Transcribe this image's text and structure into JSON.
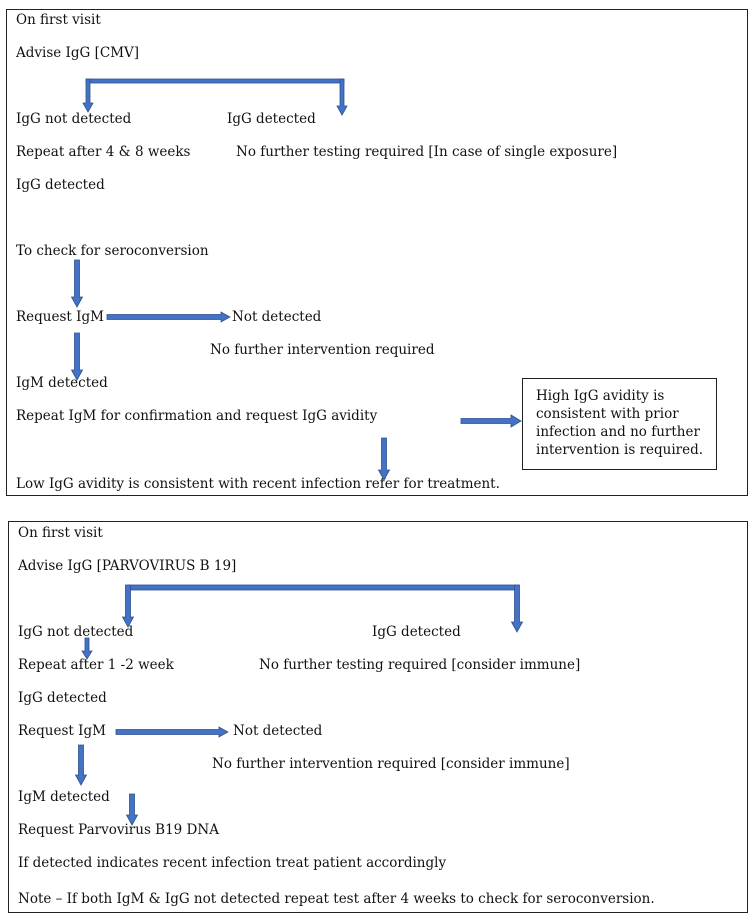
{
  "cmv_panel": {
    "first_visit": "On first visit",
    "advise": "Advise IgG [CMV]",
    "igg_not_detected": "IgG not detected",
    "igg_detected_right": "IgG detected",
    "repeat": "Repeat after 4 & 8 weeks",
    "no_further_testing": "No further testing required [In case of single exposure]",
    "igg_detected": "IgG detected",
    "seroconversion": "To check for seroconversion",
    "request_igm": "Request IgM",
    "not_detected": "Not detected",
    "no_intervention": "No further intervention required",
    "igm_detected": "IgM detected",
    "repeat_igm": "Repeat IgM for confirmation and request IgG avidity",
    "high_avidity_lines": [
      "High IgG avidity is",
      "consistent with prior",
      "infection and no further",
      "intervention is required."
    ],
    "low_avidity": "Low IgG avidity is consistent with recent infection refer for treatment."
  },
  "parvo_panel": {
    "first_visit": "On first visit",
    "advise": "Advise IgG [PARVOVIRUS B 19]",
    "igg_not_detected": "IgG not detected",
    "igg_detected_right": "IgG detected",
    "repeat": "Repeat after 1 -2 week",
    "no_further_testing": "No further testing required [consider immune]",
    "igg_detected": "IgG detected",
    "request_igm": "Request IgM",
    "not_detected": "Not detected",
    "no_intervention": "No further intervention required [consider immune]",
    "igm_detected": "IgM detected",
    "request_dna": "Request Parvovirus B19 DNA",
    "if_detected": "If detected indicates recent infection treat patient accordingly",
    "note": "Note – If both IgM & IgG not detected repeat test after 4 weeks to check for seroconversion."
  },
  "colors": {
    "arrow_fill": "#4472c4",
    "arrow_stroke": "#2f528f",
    "border": "#222222"
  }
}
